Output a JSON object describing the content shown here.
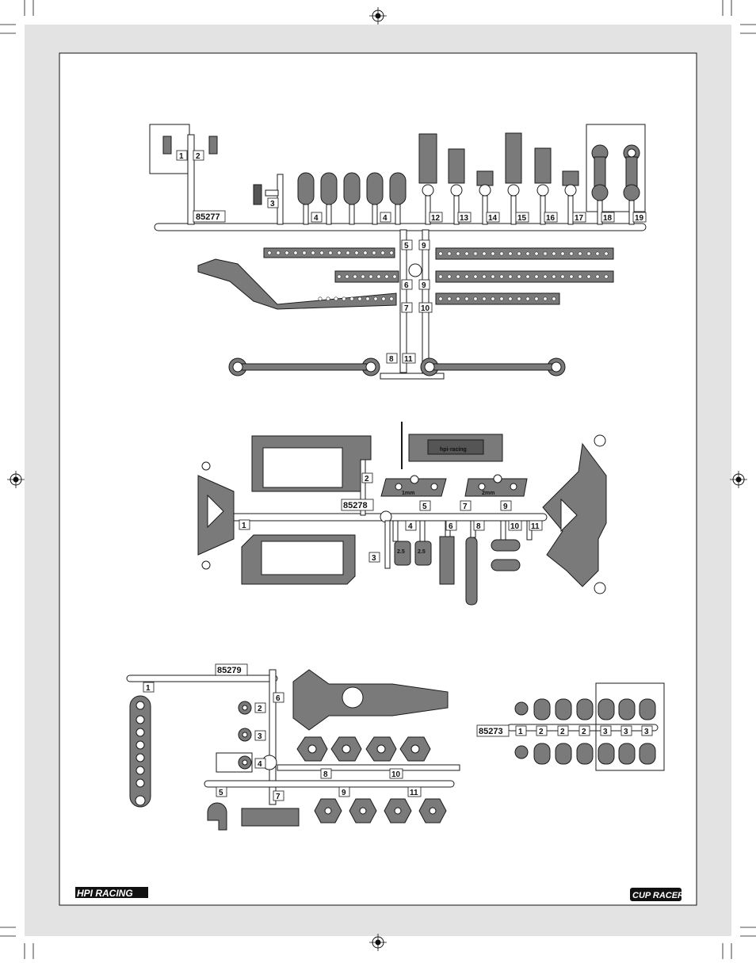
{
  "sheet": {
    "brand_logo_text": "HPI RACING",
    "series_logo_text": "CUP RACER",
    "colors": {
      "part_fill": "#7a7a7a",
      "part_dark": "#4a4a4a",
      "sprue": "#ffffff",
      "outline": "#1a1a1a",
      "margin": "#e3e3e3"
    }
  },
  "tree_85277": {
    "part_number": "85277",
    "tags": [
      "1",
      "2",
      "3",
      "4",
      "4",
      "12",
      "13",
      "14",
      "15",
      "16",
      "17",
      "18",
      "19",
      "5",
      "9",
      "6",
      "9",
      "7",
      "10",
      "8",
      "11"
    ]
  },
  "tree_85278": {
    "part_number": "85278",
    "tags": [
      "1",
      "2",
      "3",
      "4",
      "5",
      "6",
      "7",
      "8",
      "9",
      "10",
      "11"
    ],
    "plate_labels": [
      "1mm",
      "2mm"
    ],
    "spacer_labels": [
      "2.5",
      "2.5"
    ],
    "brand_mark": "hpi·racing"
  },
  "tree_85279": {
    "part_number": "85279",
    "tags": [
      "1",
      "2",
      "3",
      "4",
      "5",
      "6",
      "7",
      "8",
      "9",
      "10",
      "11"
    ]
  },
  "tree_85273": {
    "part_number": "85273",
    "tags": [
      "1",
      "2",
      "2",
      "2",
      "3",
      "3",
      "3"
    ]
  }
}
